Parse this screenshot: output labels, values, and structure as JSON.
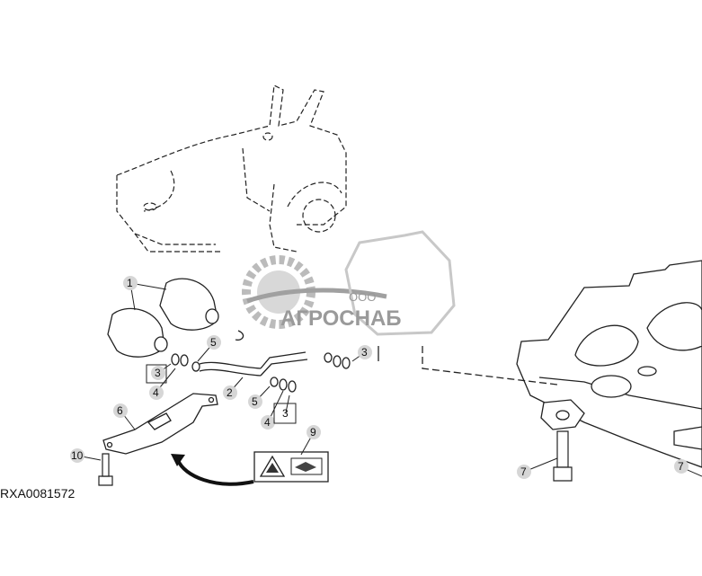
{
  "drawing": {
    "id": "RXA0081572",
    "watermark": {
      "company_prefix": "ООО",
      "company_name": "АГРОСНАБ"
    },
    "callouts": [
      "1",
      "2",
      "3",
      "3",
      "3",
      "4",
      "4",
      "5",
      "5",
      "6",
      "7",
      "7",
      "9",
      "10"
    ]
  }
}
